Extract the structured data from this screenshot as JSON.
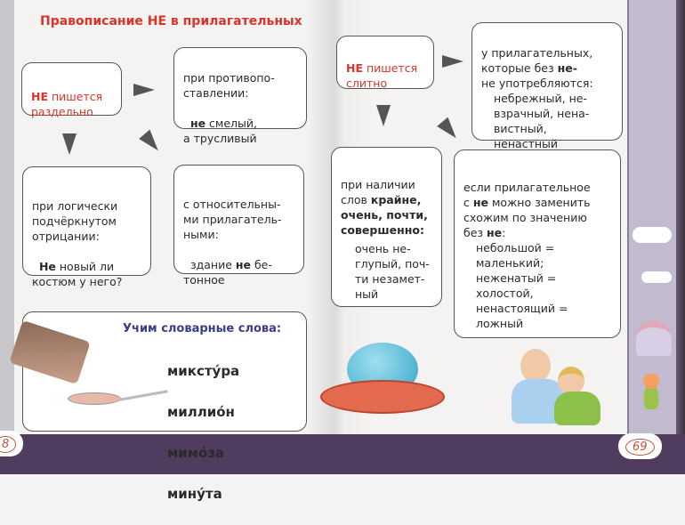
{
  "left_page": {
    "title": "Правописание НЕ в прилагательных",
    "rule_box": {
      "ne": "НЕ",
      "rest": " пишется\nраздельно"
    },
    "box_opposition": {
      "text": "при противопо-\nставлении:",
      "example_bold": "не",
      "example": " смелый,\nа трусливый"
    },
    "box_logical": {
      "text": "при логически\nподчёркнутом\nотрицании:",
      "example_bold": "Не",
      "example": " новый ли\nкостюм у него?"
    },
    "box_relative": {
      "text": "с относительны-\nми прилагатель-\nными:",
      "example_pre": "  здание ",
      "example_bold": "не",
      "example": " бе-\nтонное"
    },
    "dictionary": {
      "heading": "Учим словарные слова:",
      "words": [
        "миксту́ра",
        "миллио́н",
        "мимо́за",
        "мину́та"
      ]
    },
    "page_number": "8"
  },
  "right_page": {
    "rule_box": {
      "ne": "НЕ",
      "rest": " пишется\nслитно"
    },
    "box_not_used": {
      "text_pre": "у прилагательных,\nкоторые без ",
      "text_bold": "не-",
      "text": "\nне употребляются:",
      "example": "небрежный, не-\nвзрачный, нена-\nвистный, ненастный"
    },
    "box_words": {
      "text_pre": "при наличии\nслов ",
      "bold": "крайне,\nочень, почти,\nсовершенно:",
      "example": "очень не-\nглупый, поч-\nти незамет-\nный"
    },
    "box_synonym": {
      "text_pre": "если прилагательное\nс ",
      "bold1": "не",
      "text_mid": " можно заменить\nсхожим по значению\nбез ",
      "bold2": "не",
      "text_end": ":",
      "examples": "небольшой =\nмаленький;\nнеженатый =\nхолостой,\nненастоящий =\nложный"
    },
    "page_number": "69"
  },
  "colors": {
    "accent_red": "#d8342a",
    "heading_blue": "#3b3d8a",
    "band_purple": "#4f3c5e"
  }
}
